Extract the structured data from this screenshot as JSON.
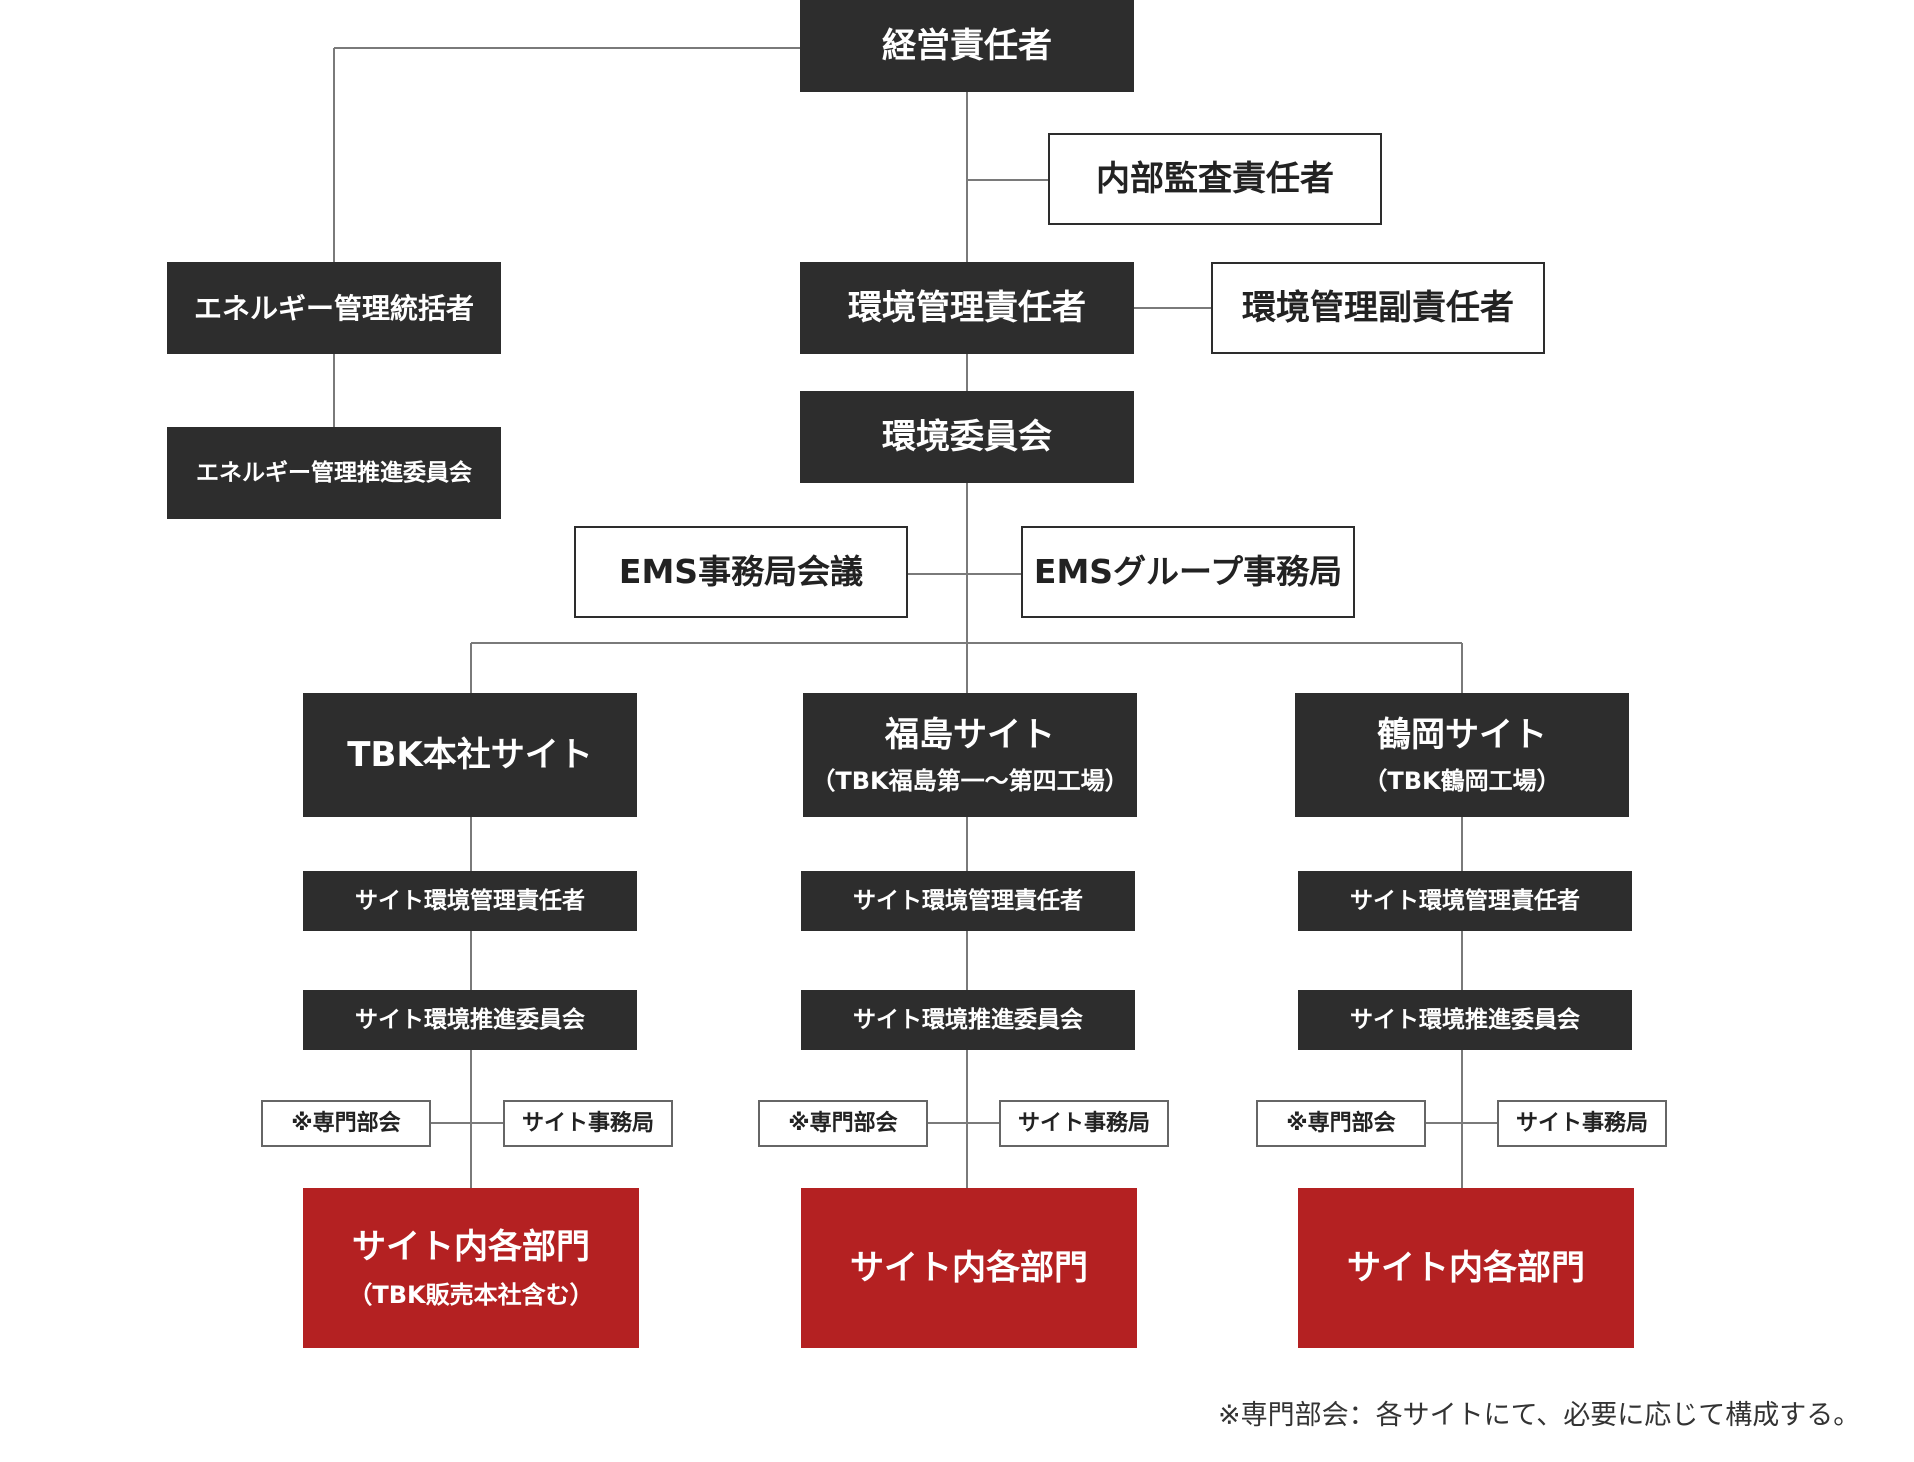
{
  "chart": {
    "top": {
      "ceo": "経営責任者",
      "internal_audit": "内部監査責任者",
      "energy_head": "エネルギー管理統括者",
      "energy_committee": "エネルギー管理推進委員会",
      "env_head": "環境管理責任者",
      "env_deputy": "環境管理副責任者",
      "env_committee": "環境委員会",
      "ems_meeting": "EMS事務局会議",
      "ems_office": "EMSグループ事務局"
    },
    "sites": [
      {
        "name": "TBK本社サイト",
        "sub": "",
        "manager": "サイト環境管理責任者",
        "committee": "サイト環境推進委員会",
        "special": "※専門部会",
        "office": "サイト事務局",
        "departments": "サイト内各部門",
        "departments_note": "（TBK販売本社含む）"
      },
      {
        "name": "福島サイト",
        "sub": "（TBK福島第一〜第四工場）",
        "manager": "サイト環境管理責任者",
        "committee": "サイト環境推進委員会",
        "special": "※専門部会",
        "office": "サイト事務局",
        "departments": "サイト内各部門",
        "departments_note": ""
      },
      {
        "name": "鶴岡サイト",
        "sub": "（TBK鶴岡工場）",
        "manager": "サイト環境管理責任者",
        "committee": "サイト環境推進委員会",
        "special": "※専門部会",
        "office": "サイト事務局",
        "departments": "サイト内各部門",
        "departments_note": ""
      }
    ],
    "footnote": "※専門部会：各サイトにて、必要に応じて構成する。"
  },
  "colors": {
    "box_dark": "#2d2d2d",
    "box_red": "#b42122",
    "line": "#7a7a7a",
    "text_dark": "#222222"
  }
}
